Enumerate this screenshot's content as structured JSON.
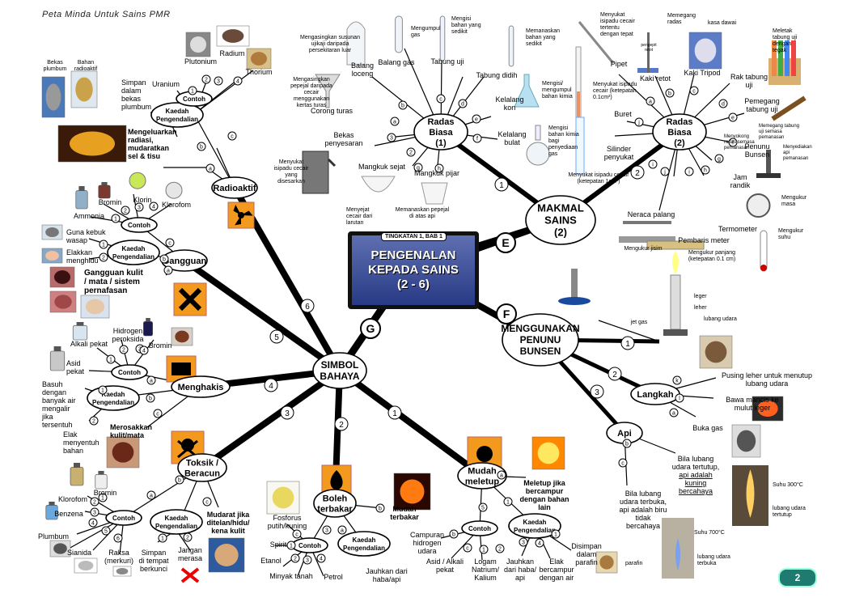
{
  "header": "Peta Minda Untuk Sains PMR",
  "page_number": "2",
  "center": {
    "tag": "TINGKATAN 1, BAB 1",
    "lines": [
      "PENGENALAN",
      "KEPADA SAINS",
      "(2 - 6)"
    ]
  },
  "letters": [
    "E",
    "F",
    "G"
  ],
  "nodes": [
    {
      "id": "makmal",
      "lines": [
        "MAKMAL",
        "SAINS",
        "(2)"
      ]
    },
    {
      "id": "bunsen",
      "lines": [
        "MENGGUNAKAN",
        "PENUNU",
        "BUNSEN"
      ]
    },
    {
      "id": "simbol",
      "lines": [
        "SIMBOL",
        "BAHAYA"
      ]
    },
    {
      "id": "radas1",
      "lines": [
        "Radas",
        "Biasa",
        "(1)"
      ]
    },
    {
      "id": "radas2",
      "lines": [
        "Radas",
        "Biasa",
        "(2)"
      ]
    },
    {
      "id": "radioaktif",
      "lines": [
        "Radioaktif"
      ]
    },
    {
      "id": "gangguan",
      "lines": [
        "Gangguan"
      ]
    },
    {
      "id": "menghakis",
      "lines": [
        "Menghakis"
      ]
    },
    {
      "id": "toksik",
      "lines": [
        "Toksik /",
        "Beracun"
      ]
    },
    {
      "id": "boleh",
      "lines": [
        "Boleh",
        "terbakar"
      ]
    },
    {
      "id": "mudah",
      "lines": [
        "Mudah",
        "meletup"
      ]
    },
    {
      "id": "langkah",
      "lines": [
        "Langkah"
      ]
    },
    {
      "id": "api",
      "lines": [
        "Api"
      ]
    },
    {
      "id": "kp_rad",
      "lines": [
        "Kaedah",
        "Pengendalian"
      ]
    },
    {
      "id": "ct_rad",
      "lines": [
        "Contoh"
      ]
    },
    {
      "id": "ct_gang",
      "lines": [
        "Contoh"
      ]
    },
    {
      "id": "kp_gang",
      "lines": [
        "Kaedah",
        "Pengendalian"
      ]
    },
    {
      "id": "ct_hak",
      "lines": [
        "Contoh"
      ]
    },
    {
      "id": "kp_hak",
      "lines": [
        "Kaedah",
        "Pengendalian"
      ]
    },
    {
      "id": "ct_tok",
      "lines": [
        "Contoh"
      ]
    },
    {
      "id": "kp_tok",
      "lines": [
        "Kaedah",
        "Pengendalian"
      ]
    },
    {
      "id": "ct_bol",
      "lines": [
        "Contoh"
      ]
    },
    {
      "id": "kp_bol",
      "lines": [
        "Kaedah",
        "Pengendalian"
      ]
    },
    {
      "id": "ct_mud",
      "lines": [
        "Contoh"
      ]
    },
    {
      "id": "kp_mud",
      "lines": [
        "Kaedah",
        "Pengendalian"
      ]
    }
  ],
  "labels": [
    {
      "lines": [
        "Bekas",
        "plumbum"
      ]
    },
    {
      "lines": [
        "Bahan",
        "radioaktif"
      ]
    },
    {
      "lines": [
        "Plutonium"
      ]
    },
    {
      "lines": [
        "Radium"
      ]
    },
    {
      "lines": [
        "Thorium"
      ]
    },
    {
      "lines": [
        "Uranium"
      ]
    },
    {
      "lines": [
        "Simpan",
        "dalam",
        "bekas",
        "plumbum"
      ]
    },
    {
      "lines": [
        "Mengeluarkan",
        "radiasi,",
        "mudaratkan",
        "sel & tisu"
      ]
    },
    {
      "lines": [
        "Bromin"
      ]
    },
    {
      "lines": [
        "Klorin"
      ]
    },
    {
      "lines": [
        "Klorofom"
      ]
    },
    {
      "lines": [
        "Ammonia"
      ]
    },
    {
      "lines": [
        "Guna kebuk",
        "wasap"
      ]
    },
    {
      "lines": [
        "Elakkan",
        "menghidu"
      ]
    },
    {
      "lines": [
        "Gangguan kulit",
        "/ mata / sistem",
        "pernafasan"
      ]
    },
    {
      "lines": [
        "Hidrogen",
        "peroksida"
      ]
    },
    {
      "lines": [
        "Bromin"
      ]
    },
    {
      "lines": [
        "Alkali pekat"
      ]
    },
    {
      "lines": [
        "Asid",
        "pekat"
      ]
    },
    {
      "lines": [
        "Basuh",
        "dengan",
        "banyak air",
        "mengalir",
        "jika",
        "tersentuh"
      ]
    },
    {
      "lines": [
        "Elak",
        "menyentuh",
        "bahan"
      ]
    },
    {
      "lines": [
        "Merosakkan",
        "kulit/mata"
      ]
    },
    {
      "lines": [
        "Bromin"
      ]
    },
    {
      "lines": [
        "Klorofom"
      ]
    },
    {
      "lines": [
        "Benzena"
      ]
    },
    {
      "lines": [
        "Plumbum"
      ]
    },
    {
      "lines": [
        "Sianida"
      ]
    },
    {
      "lines": [
        "Raksa",
        "(merkuri)"
      ]
    },
    {
      "lines": [
        "Simpan",
        "di tempat",
        "berkunci"
      ]
    },
    {
      "lines": [
        "Jangan",
        "merasa"
      ]
    },
    {
      "lines": [
        "Mudarat jika",
        "ditelan/hidu/",
        "kena kulit"
      ]
    },
    {
      "lines": [
        "Fosforus",
        "putih/kuning"
      ]
    },
    {
      "lines": [
        "Spirit"
      ]
    },
    {
      "lines": [
        "Etanol"
      ]
    },
    {
      "lines": [
        "Minyak tanah"
      ]
    },
    {
      "lines": [
        "Petrol"
      ]
    },
    {
      "lines": [
        "Jauhkan dari",
        "haba/api"
      ]
    },
    {
      "lines": [
        "Mudah",
        "terbakar"
      ]
    },
    {
      "lines": [
        "Meletup jika",
        "bercampur",
        "dengan bahan",
        "lain"
      ]
    },
    {
      "lines": [
        "Campuran",
        "hidrogen",
        "udara"
      ]
    },
    {
      "lines": [
        "Asid / Alkali",
        "pekat"
      ]
    },
    {
      "lines": [
        "Logam",
        "Natrium/",
        "Kalium"
      ]
    },
    {
      "lines": [
        "Jauhkan",
        "dari haba/",
        "api"
      ]
    },
    {
      "lines": [
        "Elak",
        "bercampur",
        "dengan air"
      ]
    },
    {
      "lines": [
        "Disimpan",
        "dalam",
        "parafin"
      ]
    },
    {
      "lines": [
        "parafin"
      ]
    },
    {
      "lines": [
        "Mengasingkan susunan",
        "ujikaji daripada",
        "persekitaran luar"
      ]
    },
    {
      "lines": [
        "Balang",
        "loceng"
      ]
    },
    {
      "lines": [
        "Mengumpul",
        "gas"
      ]
    },
    {
      "lines": [
        "Balang gas"
      ]
    },
    {
      "lines": [
        "Mengisi",
        "bahan yang",
        "sedikit"
      ]
    },
    {
      "lines": [
        "Tabung uji"
      ]
    },
    {
      "lines": [
        "Memanaskan",
        "bahan yang",
        "sedikit"
      ]
    },
    {
      "lines": [
        "Tabung didih"
      ]
    },
    {
      "lines": [
        "Mengasingkan",
        "pepejal daripada",
        "cecair",
        "menggunakan",
        "kertas turas"
      ]
    },
    {
      "lines": [
        "Corong turas"
      ]
    },
    {
      "lines": [
        "Mengisi/",
        "mengumpul",
        "bahan kimia"
      ]
    },
    {
      "lines": [
        "Kelalang",
        "kon"
      ]
    },
    {
      "lines": [
        "Bekas",
        "penyesaran"
      ]
    },
    {
      "lines": [
        "Menyukat",
        "isipadu cecair",
        "yang",
        "disesarkan"
      ]
    },
    {
      "lines": [
        "Mangkuk sejat"
      ]
    },
    {
      "lines": [
        "Menyejat",
        "cecair dari",
        "larutan"
      ]
    },
    {
      "lines": [
        "Mangkuk pijar"
      ]
    },
    {
      "lines": [
        "Memanaskan  pepejal",
        "di atas api"
      ]
    },
    {
      "lines": [
        "Kelalang",
        "bulat"
      ]
    },
    {
      "lines": [
        "Mengisi",
        "bahan kimia",
        "bagi",
        "penyediaan",
        "gas"
      ]
    },
    {
      "lines": [
        "Menyukat",
        "isipadu cecair",
        "tertentu",
        "dengan tepat"
      ]
    },
    {
      "lines": [
        "Memegang",
        "radas"
      ]
    },
    {
      "lines": [
        "pengepit",
        "retot"
      ]
    },
    {
      "lines": [
        "kasa dawai"
      ]
    },
    {
      "lines": [
        "Meletak",
        "tabung uji",
        "dengan",
        "tegak"
      ]
    },
    {
      "lines": [
        "Pipet"
      ]
    },
    {
      "lines": [
        "Kaki retot"
      ]
    },
    {
      "lines": [
        "Kaki Tripod"
      ]
    },
    {
      "lines": [
        "Menyokong",
        "radas semasa",
        "pemanasan"
      ]
    },
    {
      "lines": [
        "Rak tabung",
        "uji"
      ]
    },
    {
      "lines": [
        "Pemegang",
        "tabung uji"
      ]
    },
    {
      "lines": [
        "Memegang tabung",
        "uji semasa",
        "pemanasan"
      ]
    },
    {
      "lines": [
        "Menyukat isipadu",
        "cecair  (ketepatan",
        "0.1cm³)"
      ]
    },
    {
      "lines": [
        "Buret"
      ]
    },
    {
      "lines": [
        "Silinder",
        "penyukat"
      ]
    },
    {
      "lines": [
        "Menyukat isipadu cecair",
        "(ketepatan 1cm³)"
      ]
    },
    {
      "lines": [
        "Penunu",
        "Bunsen"
      ]
    },
    {
      "lines": [
        "Menyediakan",
        "api",
        "pemanasan"
      ]
    },
    {
      "lines": [
        "Jam",
        "randik"
      ]
    },
    {
      "lines": [
        "Mengukur",
        "masa"
      ]
    },
    {
      "lines": [
        "Neraca palang"
      ]
    },
    {
      "lines": [
        "Mengukur jisim"
      ]
    },
    {
      "lines": [
        "Pembaris meter"
      ]
    },
    {
      "lines": [
        "Mengukur panjang",
        "(ketepatan 0.1 cm)"
      ]
    },
    {
      "lines": [
        "Termometer"
      ]
    },
    {
      "lines": [
        "Mengukur",
        "suhu"
      ]
    },
    {
      "lines": [
        "leger"
      ]
    },
    {
      "lines": [
        "leher"
      ]
    },
    {
      "lines": [
        "lubang udara"
      ]
    },
    {
      "lines": [
        "jet gas"
      ]
    },
    {
      "lines": [
        "Pusing leher untuk menutup",
        "lubang udara"
      ]
    },
    {
      "lines": [
        "Bawa mancis ke",
        "mulut leger"
      ]
    },
    {
      "lines": [
        "Buka gas"
      ]
    },
    {
      "lines": [
        "Bila lubang",
        "udara tertutup,",
        "api adalah",
        "kuning",
        "bercahaya"
      ]
    },
    {
      "lines": [
        "Bila lubang",
        "udara terbuka,",
        "api adalah biru",
        "tidak",
        "bercahaya"
      ]
    },
    {
      "lines": [
        "Suhu 300°C"
      ]
    },
    {
      "lines": [
        "lubang udara",
        "tertutup"
      ]
    },
    {
      "lines": [
        "Suhu 700°C"
      ]
    },
    {
      "lines": [
        "lubang udara",
        "terbuka"
      ]
    }
  ],
  "icons": [
    {
      "name": "lead-container-icon"
    },
    {
      "name": "radioactive-material-icon"
    },
    {
      "name": "plutonium-icon"
    },
    {
      "name": "radium-icon"
    },
    {
      "name": "thorium-icon"
    },
    {
      "name": "radiation-glow-icon"
    },
    {
      "name": "radioactive-symbol-icon"
    },
    {
      "name": "harmful-symbol-icon"
    },
    {
      "name": "bromine-bottle-icon"
    },
    {
      "name": "chlorine-flask-icon"
    },
    {
      "name": "chloroform-flask-icon"
    },
    {
      "name": "ammonia-bottle-icon"
    },
    {
      "name": "fume-chamber-icon"
    },
    {
      "name": "nose-icon"
    },
    {
      "name": "eye-icon"
    },
    {
      "name": "skin-icon"
    },
    {
      "name": "coughing-man-icon"
    },
    {
      "name": "alkali-bottle-icon"
    },
    {
      "name": "peroxide-bottle-icon"
    },
    {
      "name": "bromine-dish-icon"
    },
    {
      "name": "acid-bottle-icon"
    },
    {
      "name": "corrosive-symbol-icon"
    },
    {
      "name": "damaged-skin-icon"
    },
    {
      "name": "toxic-symbol-icon"
    },
    {
      "name": "bromine-bottle-2-icon"
    },
    {
      "name": "chloroform-bottle-icon"
    },
    {
      "name": "benzene-bottle-icon"
    },
    {
      "name": "lead-lump-icon"
    },
    {
      "name": "cyanide-icon"
    },
    {
      "name": "mercury-icon"
    },
    {
      "name": "no-taste-icon"
    },
    {
      "name": "sick-boy-icon"
    },
    {
      "name": "phosphorus-jar-icon"
    },
    {
      "name": "flammable-symbol-icon"
    },
    {
      "name": "fire-icon"
    },
    {
      "name": "explosive-symbol-icon"
    },
    {
      "name": "explosion-icon"
    },
    {
      "name": "paraffin-jar-icon"
    },
    {
      "name": "bell-jar-icon"
    },
    {
      "name": "gas-jar-icon"
    },
    {
      "name": "test-tube-icon"
    },
    {
      "name": "boiling-tube-icon"
    },
    {
      "name": "filter-funnel-icon"
    },
    {
      "name": "conical-flask-icon"
    },
    {
      "name": "displacement-can-icon"
    },
    {
      "name": "evaporating-dish-icon"
    },
    {
      "name": "crucible-icon"
    },
    {
      "name": "round-flask-icon"
    },
    {
      "name": "pipette-icon"
    },
    {
      "name": "retort-stand-icon"
    },
    {
      "name": "tripod-icon"
    },
    {
      "name": "test-tube-rack-icon"
    },
    {
      "name": "test-tube-holder-icon"
    },
    {
      "name": "burette-icon"
    },
    {
      "name": "measuring-cylinder-icon"
    },
    {
      "name": "bunsen-small-icon"
    },
    {
      "name": "stopwatch-icon"
    },
    {
      "name": "beam-balance-icon"
    },
    {
      "name": "metre-rule-icon"
    },
    {
      "name": "thermometer-icon"
    },
    {
      "name": "bunsen-burner-icon"
    },
    {
      "name": "bunsen-diagram-icon"
    },
    {
      "name": "turning-collar-icon"
    },
    {
      "name": "match-icon"
    },
    {
      "name": "gas-tap-icon"
    },
    {
      "name": "yellow-flame-icon"
    },
    {
      "name": "blue-flame-icon"
    }
  ],
  "branch_numbers": [
    "1",
    "2",
    "3",
    "4",
    "5",
    "6",
    "1",
    "2",
    "3",
    "1",
    "2",
    "a",
    "b",
    "c",
    "1",
    "2",
    "3",
    "4",
    "a",
    "b",
    "c",
    "1",
    "2",
    "3",
    "4",
    "1",
    "2",
    "a",
    "b",
    "c",
    "1",
    "2",
    "3",
    "4",
    "1",
    "2",
    "a",
    "b",
    "c",
    "1",
    "2",
    "3",
    "4",
    "5",
    "6",
    "1",
    "2",
    "3",
    "a",
    "b",
    "c",
    "1",
    "2",
    "3",
    "4",
    "5",
    "1",
    "a",
    "b",
    "c",
    "1",
    "2",
    "3",
    "4",
    "1",
    "2",
    "3",
    "a",
    "b",
    "c",
    "d",
    "e",
    "f",
    "g",
    "h",
    "i",
    "j",
    "a",
    "b",
    "c",
    "d",
    "e",
    "f",
    "g",
    "h",
    "i",
    "j",
    "k",
    "l",
    "a",
    "b",
    "c",
    "a",
    "b"
  ]
}
